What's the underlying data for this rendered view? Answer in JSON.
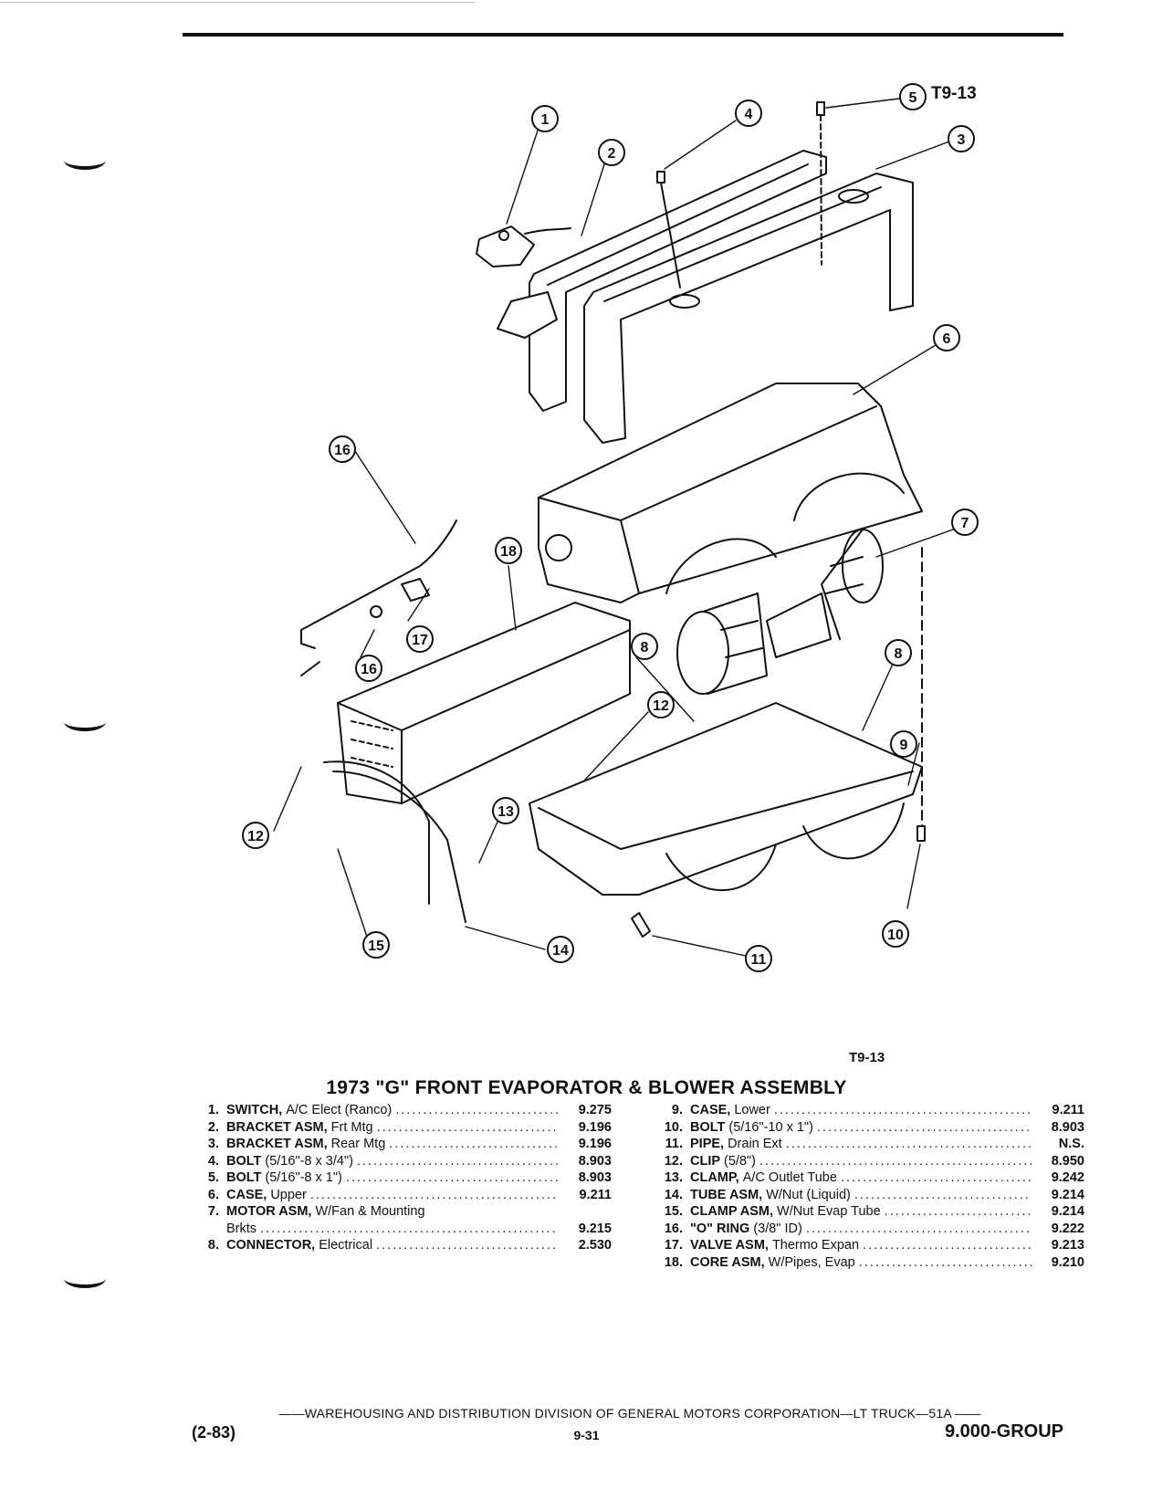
{
  "figure": {
    "ref_code_top": "T9-13",
    "ref_code_bottom": "T9-13",
    "callouts": [
      "1",
      "2",
      "3",
      "4",
      "5",
      "6",
      "7",
      "8",
      "8",
      "9",
      "10",
      "11",
      "12",
      "12",
      "13",
      "14",
      "15",
      "16",
      "16",
      "17",
      "18"
    ]
  },
  "title": "1973 \"G\" FRONT EVAPORATOR & BLOWER ASSEMBLY",
  "parts_left": [
    {
      "num": "1.",
      "name": "SWITCH,",
      "desc": "A/C Elect (Ranco)",
      "ref": "9.275"
    },
    {
      "num": "2.",
      "name": "BRACKET ASM,",
      "desc": "Frt Mtg",
      "ref": "9.196"
    },
    {
      "num": "3.",
      "name": "BRACKET ASM,",
      "desc": "Rear Mtg",
      "ref": "9.196"
    },
    {
      "num": "4.",
      "name": "BOLT",
      "desc": "(5/16\"-8 x 3/4\")",
      "ref": "8.903"
    },
    {
      "num": "5.",
      "name": "BOLT",
      "desc": "(5/16\"-8 x 1\")",
      "ref": "8.903"
    },
    {
      "num": "6.",
      "name": "CASE,",
      "desc": "Upper",
      "ref": "9.211"
    },
    {
      "num": "7.",
      "name": "MOTOR ASM,",
      "desc": "W/Fan & Mounting",
      "cont": "Brkts",
      "ref": "9.215"
    },
    {
      "num": "8.",
      "name": "CONNECTOR,",
      "desc": "Electrical",
      "ref": "2.530"
    }
  ],
  "parts_right": [
    {
      "num": "9.",
      "name": "CASE,",
      "desc": "Lower",
      "ref": "9.211"
    },
    {
      "num": "10.",
      "name": "BOLT",
      "desc": "(5/16\"-10 x 1\")",
      "ref": "8.903"
    },
    {
      "num": "11.",
      "name": "PIPE,",
      "desc": "Drain Ext",
      "ref": "N.S."
    },
    {
      "num": "12.",
      "name": "CLIP",
      "desc": "(5/8\")",
      "ref": "8.950"
    },
    {
      "num": "13.",
      "name": "CLAMP,",
      "desc": "A/C Outlet Tube",
      "ref": "9.242"
    },
    {
      "num": "14.",
      "name": "TUBE ASM,",
      "desc": "W/Nut (Liquid)",
      "ref": "9.214"
    },
    {
      "num": "15.",
      "name": "CLAMP ASM,",
      "desc": "W/Nut Evap Tube",
      "ref": "9.214"
    },
    {
      "num": "16.",
      "name": "\"O\" RING",
      "desc": "(3/8\" ID)",
      "ref": "9.222"
    },
    {
      "num": "17.",
      "name": "VALVE ASM,",
      "desc": "Thermo Expan",
      "ref": "9.213"
    },
    {
      "num": "18.",
      "name": "CORE ASM,",
      "desc": "W/Pipes, Evap",
      "ref": "9.210"
    }
  ],
  "footer": {
    "line": "——WAREHOUSING AND DISTRIBUTION DIVISION OF GENERAL MOTORS CORPORATION—LT TRUCK—51A ——",
    "left": "(2-83)",
    "center": "9-31",
    "right": "9.000-GROUP"
  }
}
